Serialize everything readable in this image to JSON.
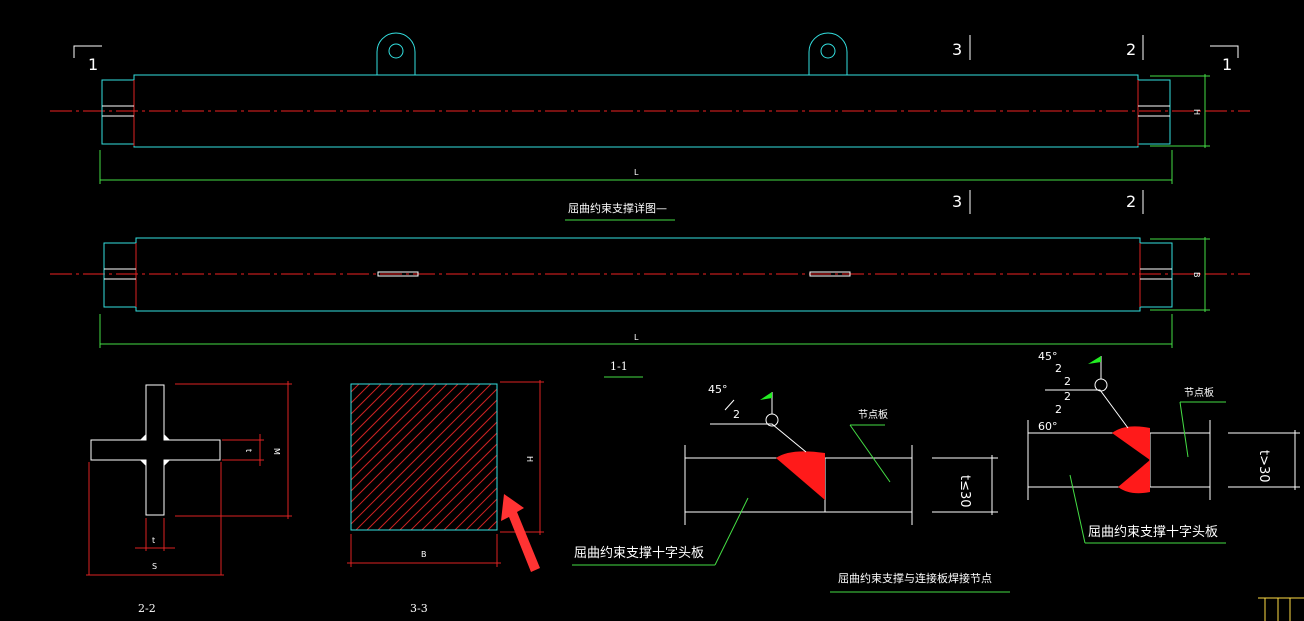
{
  "drawing": {
    "section_marks": {
      "one": "1",
      "two": "2",
      "three": "3"
    },
    "dims": {
      "L": "L",
      "H": "H",
      "B": "B",
      "t": "t",
      "S": "S",
      "M": "M"
    },
    "titles": {
      "main": "屈曲约束支撑详图—",
      "section_11": "1-1",
      "section_22": "2-2",
      "section_33": "3-3",
      "weld_detail": "屈曲约束支撑与连接板焊接节点"
    },
    "weld": {
      "angle_45": "45°",
      "angle_60": "60°",
      "size": "2",
      "gusset": "节点板",
      "cross_plate": "屈曲约束支撑十字头板",
      "t_le": "t≤30",
      "t_gt": "t>30"
    },
    "colors": {
      "steel": "#33e0e0",
      "dimension": "#44dd44",
      "center": "#ee2222",
      "weld": "#ff1a1a"
    }
  }
}
